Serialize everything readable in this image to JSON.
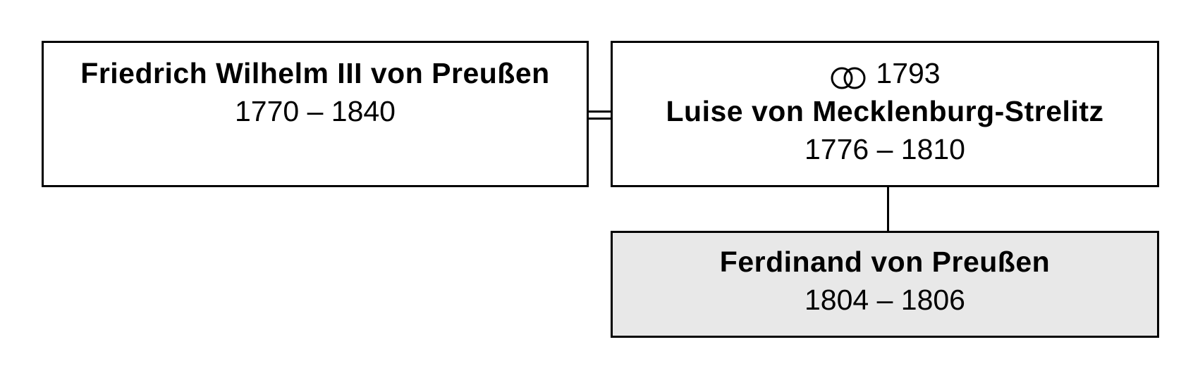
{
  "persons": {
    "friedrich_wilhelm": {
      "name": "Friedrich Wilhelm III von Preußen",
      "dates": "1770 – 1840"
    },
    "luise": {
      "marriage_year": "1793",
      "name": "Luise von Mecklenburg-Strelitz",
      "dates": "1776 – 1810"
    },
    "ferdinand": {
      "name": "Ferdinand von Preußen",
      "dates": "1804 – 1806"
    }
  },
  "icons": {
    "marriage": "wedding-rings-icon"
  },
  "colors": {
    "border": "#000000",
    "highlight_fill": "#e8e8e8",
    "background": "#ffffff"
  }
}
